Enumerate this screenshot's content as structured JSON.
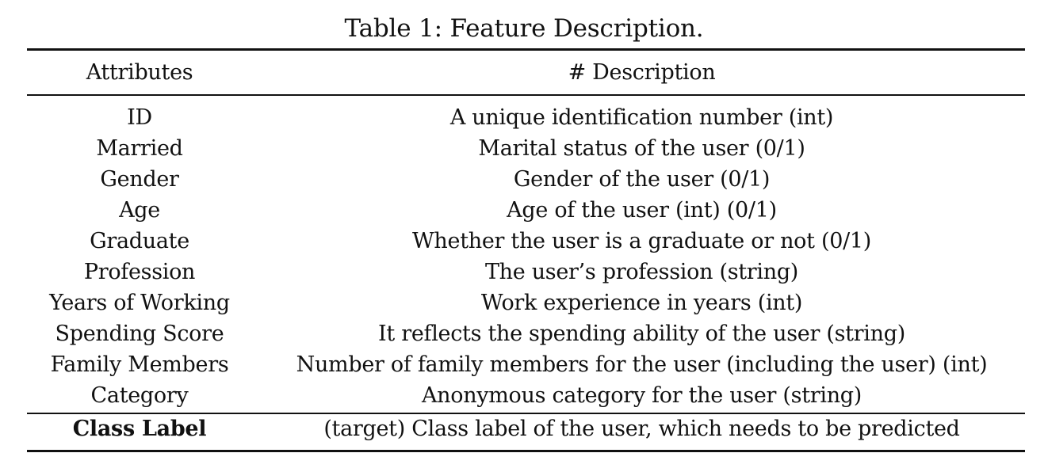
{
  "caption": "Table 1: Feature Description.",
  "header": {
    "attributes": "Attributes",
    "description": "# Description"
  },
  "rows": [
    {
      "attribute": "ID",
      "description": "A unique identification number (int)"
    },
    {
      "attribute": "Married",
      "description": "Marital status of the user (0/1)"
    },
    {
      "attribute": "Gender",
      "description": "Gender of the user (0/1)"
    },
    {
      "attribute": "Age",
      "description": "Age of the user (int) (0/1)"
    },
    {
      "attribute": "Graduate",
      "description": "Whether the user is a graduate or not (0/1)"
    },
    {
      "attribute": "Profession",
      "description": "The user’s profession (string)"
    },
    {
      "attribute": "Years of Working",
      "description": "Work experience in years (int)"
    },
    {
      "attribute": "Spending Score",
      "description": "It reflects the spending ability of the user (string)"
    },
    {
      "attribute": "Family Members",
      "description": "Number of family members for the user (including the user) (int)"
    },
    {
      "attribute": "Category",
      "description": "Anonymous category for the user (string)"
    }
  ],
  "label_row": {
    "attribute": "Class Label",
    "description": "(target) Class label of the user, which needs to be predicted"
  }
}
